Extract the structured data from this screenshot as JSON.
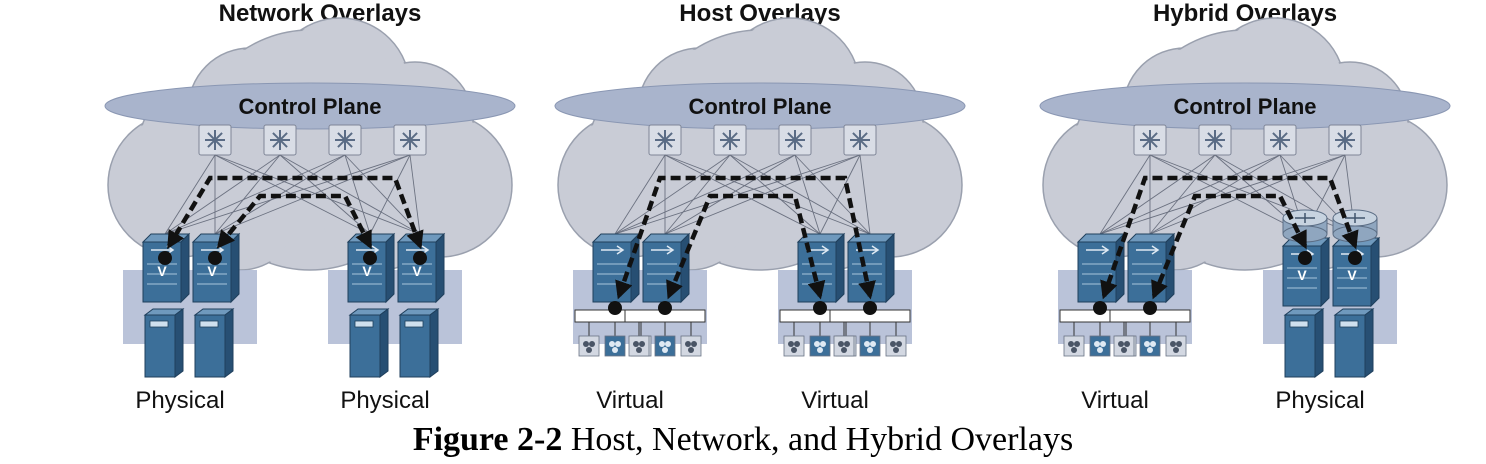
{
  "panels": [
    {
      "title": "Network Overlays",
      "control_plane": "Control Plane",
      "edges": [
        {
          "label": "Physical",
          "endpoints": [
            "server",
            "server"
          ],
          "devices": [
            "vtep-switch",
            "vtep-switch"
          ]
        },
        {
          "label": "Physical",
          "endpoints": [
            "server",
            "server"
          ],
          "devices": [
            "vtep-switch",
            "vtep-switch"
          ]
        }
      ]
    },
    {
      "title": "Host Overlays",
      "control_plane": "Control Plane",
      "edges": [
        {
          "label": "Virtual",
          "endpoints": [
            "vswitch",
            "vswitch"
          ],
          "devices": [
            "switch",
            "switch"
          ]
        },
        {
          "label": "Virtual",
          "endpoints": [
            "vswitch",
            "vswitch"
          ],
          "devices": [
            "switch",
            "switch"
          ]
        }
      ]
    },
    {
      "title": "Hybrid Overlays",
      "control_plane": "Control Plane",
      "edges": [
        {
          "label": "Virtual",
          "endpoints": [
            "vswitch",
            "vswitch"
          ],
          "devices": [
            "switch",
            "switch"
          ]
        },
        {
          "label": "Physical",
          "endpoints": [
            "server",
            "server"
          ],
          "devices": [
            "router-vtep",
            "router-vtep"
          ]
        }
      ]
    }
  ],
  "spine_icon": "spine-switch-icon",
  "tunnel_style": "dashed-arrow",
  "colors": {
    "cloud": "#c9ccd6",
    "cloud_stroke": "#9aa0ae",
    "control_plane": "#a9b4cc",
    "device_blue": "#3c6f99",
    "device_dark": "#274f73",
    "band": "#aeb8d2",
    "tunnel": "#111111"
  },
  "caption": {
    "bold": "Figure 2-2",
    "text": " Host, Network, and Hybrid Overlays"
  }
}
